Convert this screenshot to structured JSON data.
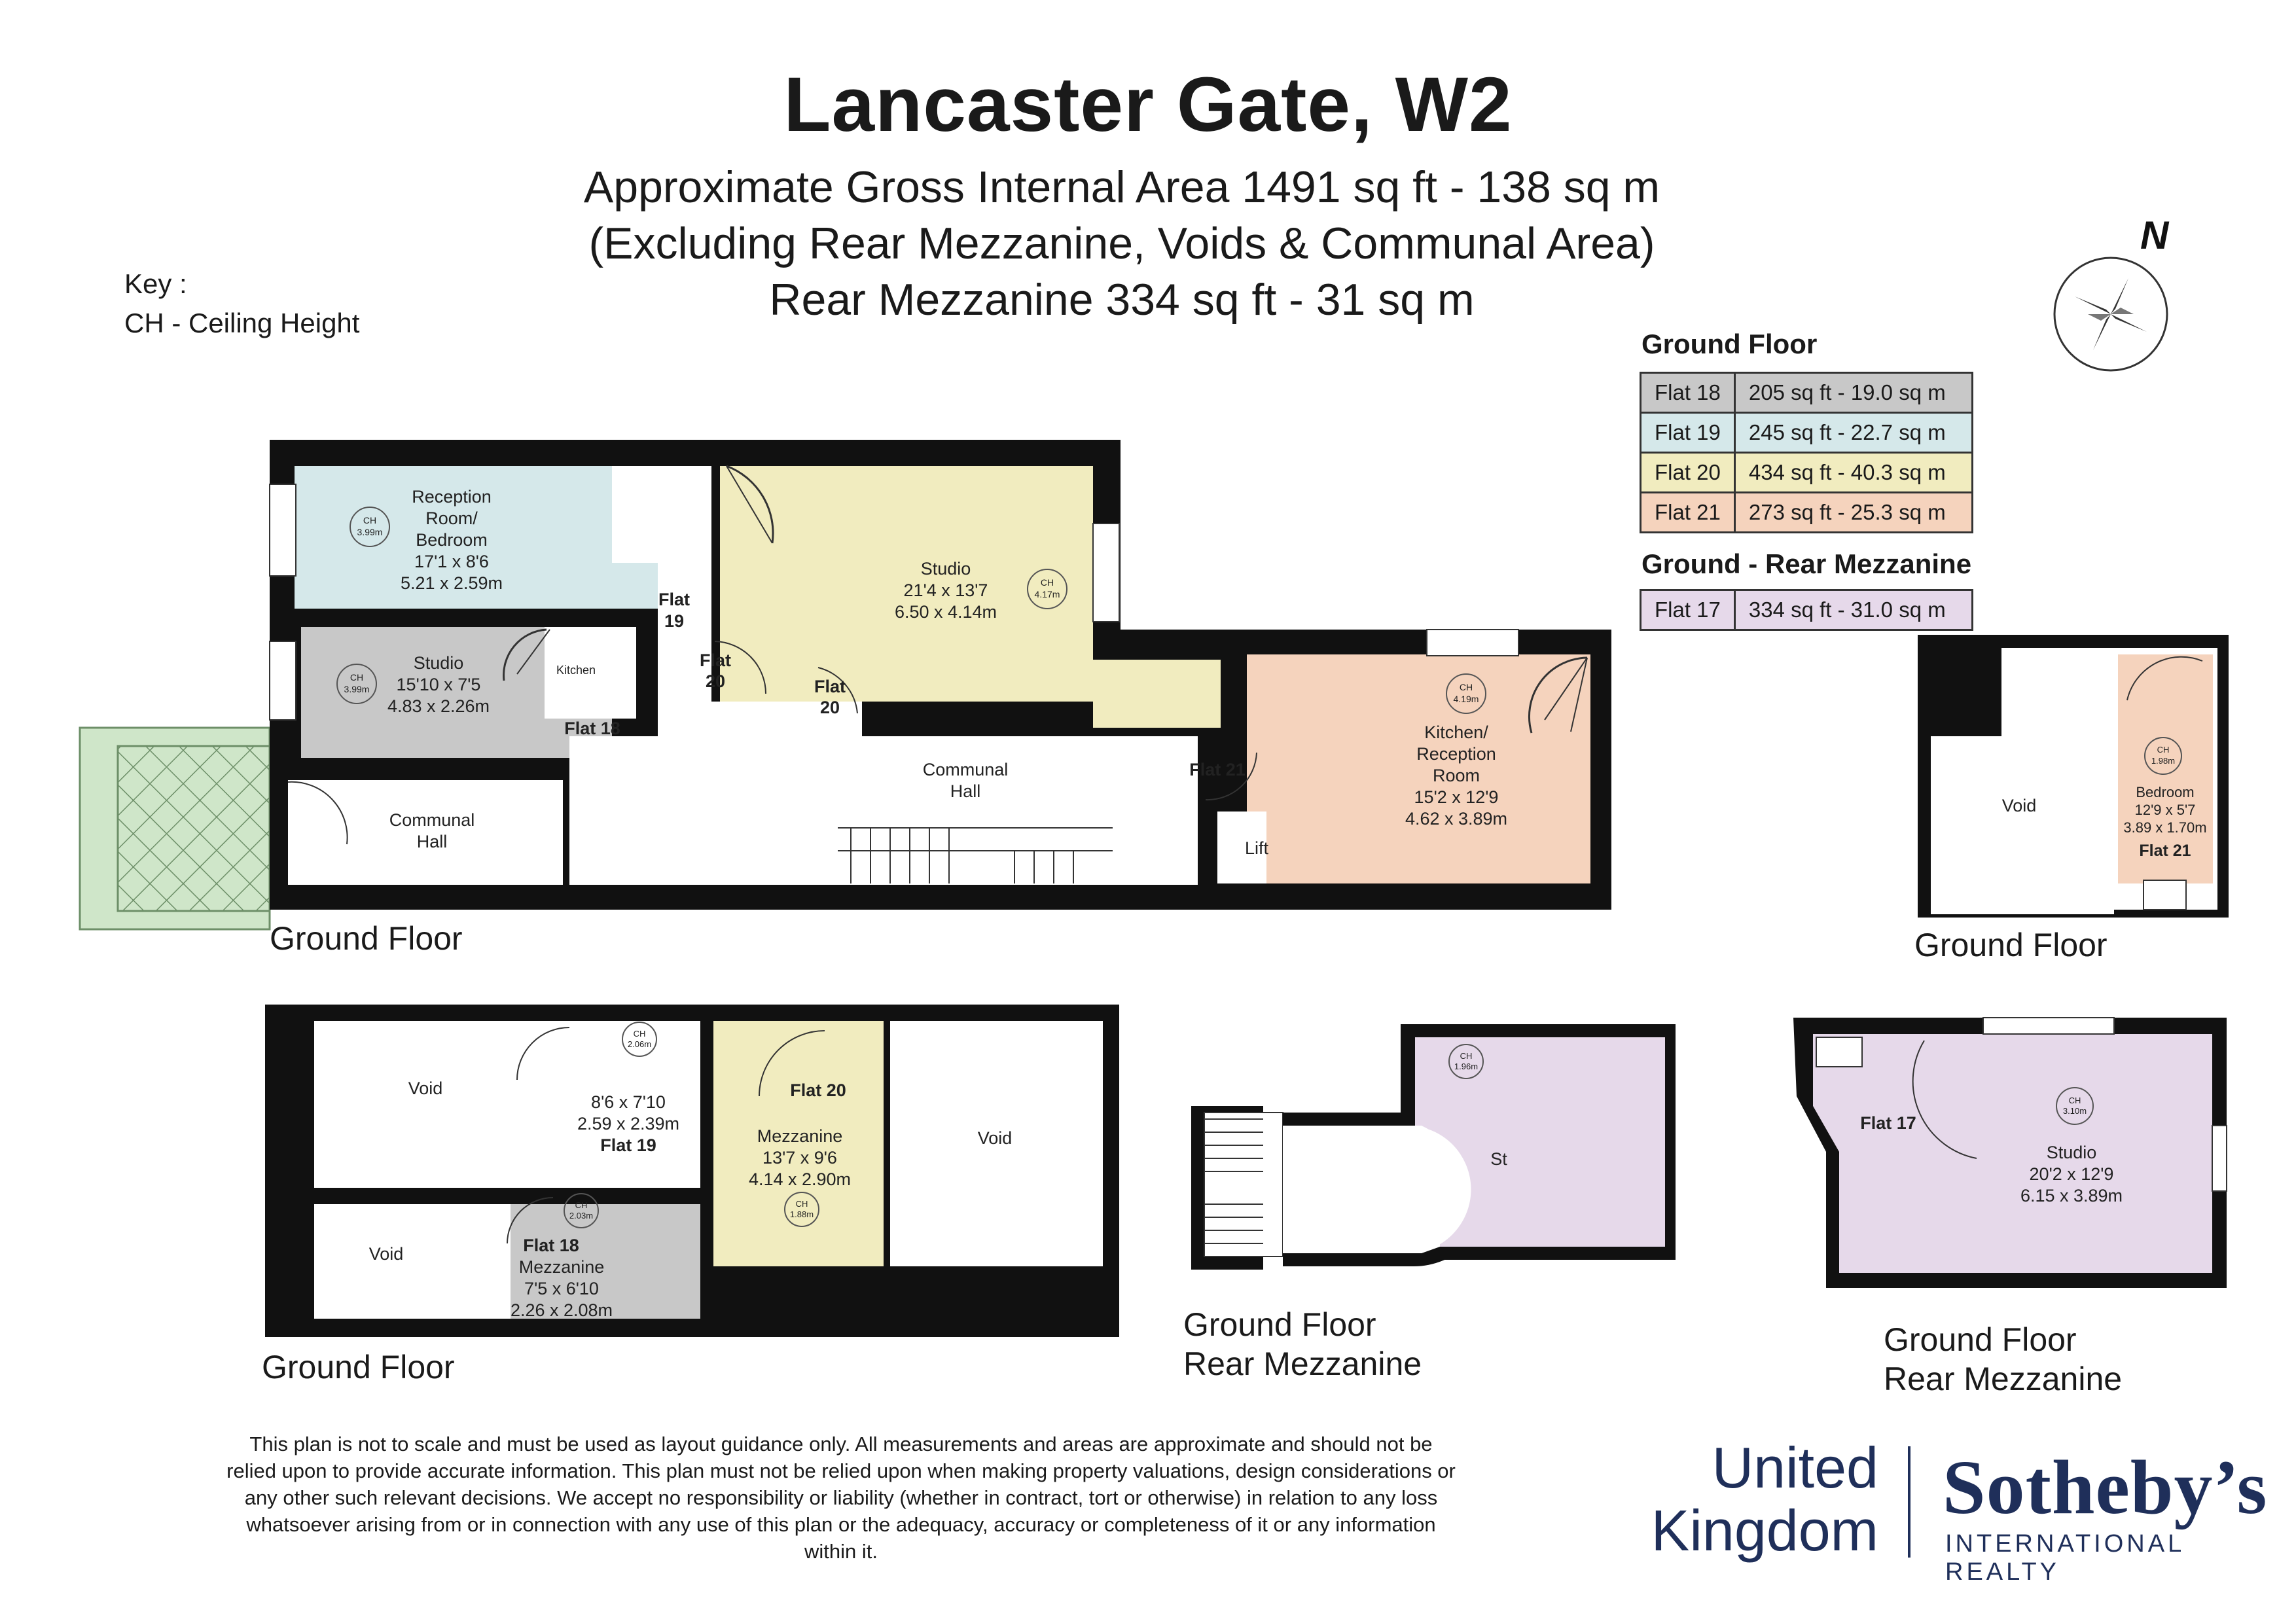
{
  "header": {
    "title": "Lancaster Gate, W2",
    "subtitle_1": "Approximate Gross Internal Area 1491 sq ft - 138 sq m",
    "subtitle_2": "(Excluding Rear Mezzanine, Voids & Communal Area)",
    "subtitle_3": "Rear Mezzanine 334 sq ft - 31 sq m"
  },
  "key": {
    "heading": "Key :",
    "ch": "CH - Ceiling Height"
  },
  "compass": {
    "label": "N"
  },
  "area_tables": {
    "ground_title": "Ground Floor",
    "ground": [
      {
        "flat": "Flat 18",
        "area": "205 sq ft - 19.0 sq m",
        "color": "#c8c8c8"
      },
      {
        "flat": "Flat 19",
        "area": "245 sq ft - 22.7 sq m",
        "color": "#d5e8ea"
      },
      {
        "flat": "Flat 20",
        "area": "434 sq ft - 40.3 sq m",
        "color": "#f1ecbf"
      },
      {
        "flat": "Flat 21",
        "area": "273 sq ft - 25.3 sq m",
        "color": "#f5d3bd"
      }
    ],
    "mezz_title": "Ground - Rear Mezzanine",
    "mezz": [
      {
        "flat": "Flat 17",
        "area": "334 sq ft - 31.0 sq m",
        "color": "#e6d9ea"
      }
    ]
  },
  "plan_main": {
    "floor_label": "Ground Floor",
    "reception": {
      "line1": "Reception",
      "line2": "Room/",
      "line3": "Bedroom",
      "imperial": "17'1 x 8'6",
      "metric": "5.21 x 2.59m",
      "ch": "3.99m"
    },
    "studio18": {
      "name": "Studio",
      "imperial": "15'10 x 7'5",
      "metric": "4.83 x 2.26m",
      "ch": "3.99m",
      "kitchen": "Kitchen",
      "flat": "Flat 18"
    },
    "studio20": {
      "name": "Studio",
      "imperial": "21'4 x 13'7",
      "metric": "6.50 x 4.14m",
      "ch": "4.17m",
      "flat": "Flat",
      "flat_num": "20"
    },
    "flat19": {
      "flat": "Flat",
      "num": "19"
    },
    "flat20b": {
      "flat": "Flat",
      "num": "20"
    },
    "communal_left": {
      "line1": "Communal",
      "line2": "Hall"
    },
    "communal_mid": {
      "line1": "Communal",
      "line2": "Hall"
    },
    "flat21": {
      "flat": "Flat 21",
      "line1": "Kitchen/",
      "line2": "Reception",
      "line3": "Room",
      "imperial": "15'2 x 12'9",
      "metric": "4.62 x 3.89m",
      "ch": "4.19m"
    },
    "lift": "Lift"
  },
  "plan_right_top": {
    "floor_label": "Ground Floor",
    "void": "Void",
    "bedroom": {
      "name": "Bedroom",
      "imperial": "12'9 x 5'7",
      "metric": "3.89 x 1.70m",
      "ch": "1.98m",
      "flat": "Flat 21"
    }
  },
  "plan_mezz_left": {
    "floor_label": "Ground Floor",
    "void_a": "Void",
    "void_b": "Void",
    "void_c": "Void",
    "flat19": {
      "imperial": "8'6 x 7'10",
      "metric": "2.59 x 2.39m",
      "flat": "Flat 19",
      "ch": "2.06m"
    },
    "flat20": {
      "flat": "Flat 20",
      "name": "Mezzanine",
      "imperial": "13'7 x 9'6",
      "metric": "4.14 x 2.90m",
      "ch": "1.88m"
    },
    "flat18": {
      "flat": "Flat 18",
      "name": "Mezzanine",
      "imperial": "7'5 x 6'10",
      "metric": "2.26 x 2.08m",
      "ch": "2.03m"
    }
  },
  "plan_mezz_mid": {
    "floor_label_1": "Ground Floor",
    "floor_label_2": "Rear Mezzanine",
    "st": "St",
    "ch": "1.96m"
  },
  "plan_mezz_right": {
    "floor_label_1": "Ground Floor",
    "floor_label_2": "Rear Mezzanine",
    "flat": "Flat 17",
    "name": "Studio",
    "imperial": "20'2 x 12'9",
    "metric": "6.15 x 3.89m",
    "ch": "3.10m"
  },
  "ch_prefix": "CH",
  "disclaimer": "This plan is not to scale and must be used as layout guidance only. All measurements and areas are approximate and should not be relied upon to provide accurate information. This plan must not be relied upon when making property valuations, design considerations or any other such relevant decisions. We accept no responsibility or liability (whether in contract, tort or otherwise) in relation to any loss whatsoever arising from or in connection with any use of this plan or the adequacy, accuracy or completeness of it or any information within it.",
  "brand": {
    "line1": "United",
    "line2": "Kingdom",
    "name": "Sotheby’s",
    "sub": "INTERNATIONAL REALTY"
  },
  "colors": {
    "flat18": "#c8c8c8",
    "flat19": "#d5e8ea",
    "flat20": "#f1ecbf",
    "flat21": "#f5d3bd",
    "flat17": "#e6d9ea",
    "wall": "#111111",
    "garden": "#cfe6c9",
    "brand": "#1f2f5a"
  }
}
